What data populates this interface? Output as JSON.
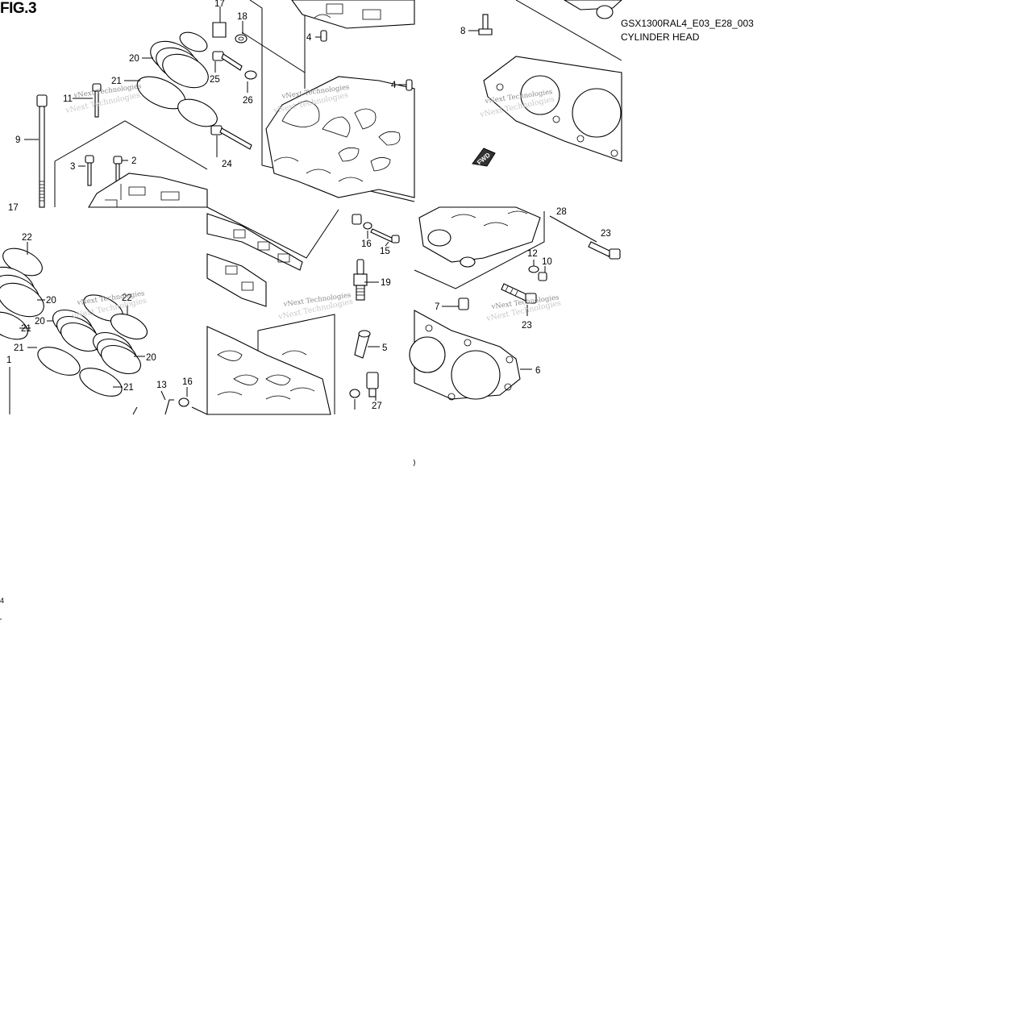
{
  "figure": {
    "title": "FIG.3",
    "diagram_code": "GSX1300RAL4_E03_E28_003",
    "diagram_name": "CYLINDER HEAD",
    "watermark_text": "vNext Technologies",
    "arrow_label": "FWD"
  },
  "callouts": [
    {
      "id": "c17a",
      "text": "17"
    },
    {
      "id": "c18",
      "text": "18"
    },
    {
      "id": "c4a",
      "text": "4"
    },
    {
      "id": "c8",
      "text": "8"
    },
    {
      "id": "c20a",
      "text": "20"
    },
    {
      "id": "c21a",
      "text": "21"
    },
    {
      "id": "c25",
      "text": "25"
    },
    {
      "id": "c26",
      "text": "26"
    },
    {
      "id": "c4b",
      "text": "4"
    },
    {
      "id": "c11",
      "text": "11"
    },
    {
      "id": "c9",
      "text": "9"
    },
    {
      "id": "c3",
      "text": "3"
    },
    {
      "id": "c2",
      "text": "2"
    },
    {
      "id": "c24",
      "text": "24"
    },
    {
      "id": "c17b",
      "text": "17"
    },
    {
      "id": "c22a",
      "text": "22"
    },
    {
      "id": "c20b",
      "text": "20"
    },
    {
      "id": "c20c",
      "text": "20"
    },
    {
      "id": "c22b",
      "text": "22"
    },
    {
      "id": "c21b",
      "text": "21"
    },
    {
      "id": "c21c",
      "text": "21"
    },
    {
      "id": "c20d",
      "text": "20"
    },
    {
      "id": "c1",
      "text": "1"
    },
    {
      "id": "c21d",
      "text": "21"
    },
    {
      "id": "c13",
      "text": "13"
    },
    {
      "id": "c16a",
      "text": "16"
    },
    {
      "id": "c16b",
      "text": "16"
    },
    {
      "id": "c15",
      "text": "15"
    },
    {
      "id": "c19",
      "text": "19"
    },
    {
      "id": "c5",
      "text": "5"
    },
    {
      "id": "c27",
      "text": "27"
    },
    {
      "id": "c28",
      "text": "28"
    },
    {
      "id": "c23a",
      "text": "23"
    },
    {
      "id": "c12",
      "text": "12"
    },
    {
      "id": "c10",
      "text": "10"
    },
    {
      "id": "c7",
      "text": "7"
    },
    {
      "id": "c23b",
      "text": "23"
    },
    {
      "id": "c6",
      "text": "6"
    },
    {
      "id": "c14",
      "text": "4"
    }
  ]
}
